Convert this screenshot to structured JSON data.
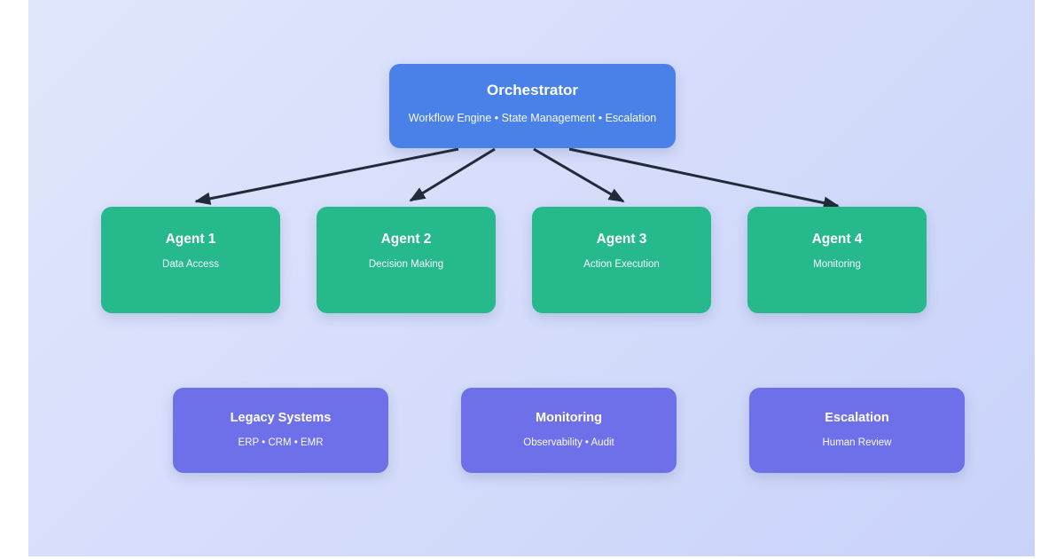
{
  "diagram": {
    "orchestrator": {
      "title": "Orchestrator",
      "subtitle": "Workflow Engine • State Management • Escalation"
    },
    "agents": [
      {
        "title": "Agent 1",
        "subtitle": "Data Access"
      },
      {
        "title": "Agent 2",
        "subtitle": "Decision Making"
      },
      {
        "title": "Agent 3",
        "subtitle": "Action Execution"
      },
      {
        "title": "Agent 4",
        "subtitle": "Monitoring"
      }
    ],
    "systems": [
      {
        "title": "Legacy Systems",
        "subtitle": "ERP • CRM • EMR"
      },
      {
        "title": "Monitoring",
        "subtitle": "Observability • Audit"
      },
      {
        "title": "Escalation",
        "subtitle": "Human Review"
      }
    ],
    "colors": {
      "orchestrator_blue": "#4a81e8",
      "agent_green": "#26b98c",
      "system_purple": "#6e70e9",
      "arrow_dark": "#222b3a",
      "background_gradient_start": "#e0e6fc",
      "background_gradient_end": "#c9d3f9"
    }
  }
}
